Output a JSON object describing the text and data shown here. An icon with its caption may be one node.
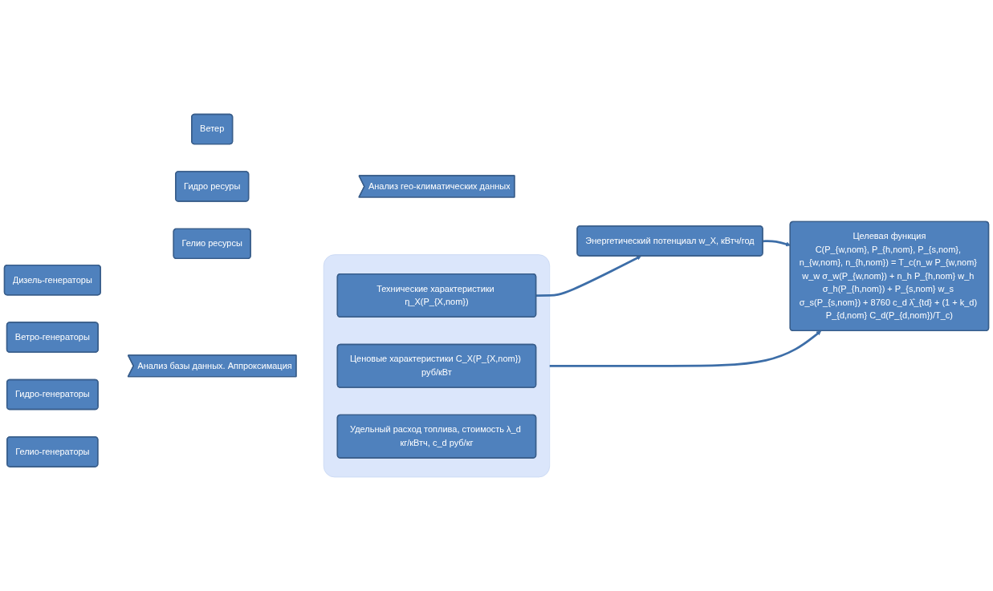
{
  "diagram": {
    "nodes": [
      {
        "text": [
          "Дизель-генераторы"
        ]
      },
      {
        "text": [
          "Ветро-генераторы"
        ]
      },
      {
        "text": [
          "Гидро-генераторы"
        ]
      },
      {
        "text": [
          "Гелио-генераторы"
        ]
      },
      {
        "text": [
          "Анализ базы данных. Аппроксимация"
        ]
      },
      {
        "text": [],
        "shape": "box"
      },
      {
        "text": [
          "Ценовые характеристики C_X(P_{X,nom}) руб/кВт"
        ],
        "in": 5
      },
      {
        "text": [
          "Технические характеристики η_X(P_{X,nom})"
        ],
        "in": 5
      },
      {
        "text": [
          "Удельный расход топлива, стоимость λ_d кг/кВтч, c_d руб/кг"
        ],
        "in": 5
      },
      {
        "text": [
          "Ветер"
        ]
      },
      {
        "text": [
          "Гидро ресуры"
        ]
      },
      {
        "text": [
          "Гелио ресурсы"
        ]
      },
      {
        "text": [
          "Анализ гео-климатических данных"
        ]
      },
      {
        "text": [
          "Энергетический потенциал w_X, кВтч/год"
        ]
      },
      {
        "text": [
          "Целевая функция",
          "C(P_{w,nom}, P_{h,nom}, P_{s,nom}, n_{w,nom}, n_{h,nom}) = T_c(n_w P_{w,nom} w_w σ_w(P_{w,nom}) + n_h P_{h,nom} w_h σ_h(P_{h,nom}) + P_{s,nom} w_s σ_s(P_{s,nom}) + 8760 c_d λ̂_{td} + (1 + k_d) P_{d,nom} C_d(P_{d,nom})/T_c)"
        ]
      }
    ],
    "edges": [
      {
        "from": 7,
        "to": 13,
        "arrow": "to"
      },
      {
        "from": 13,
        "to": 14,
        "arrow": "to"
      },
      {
        "from": 5,
        "to": 14,
        "arrow": "to"
      }
    ]
  }
}
